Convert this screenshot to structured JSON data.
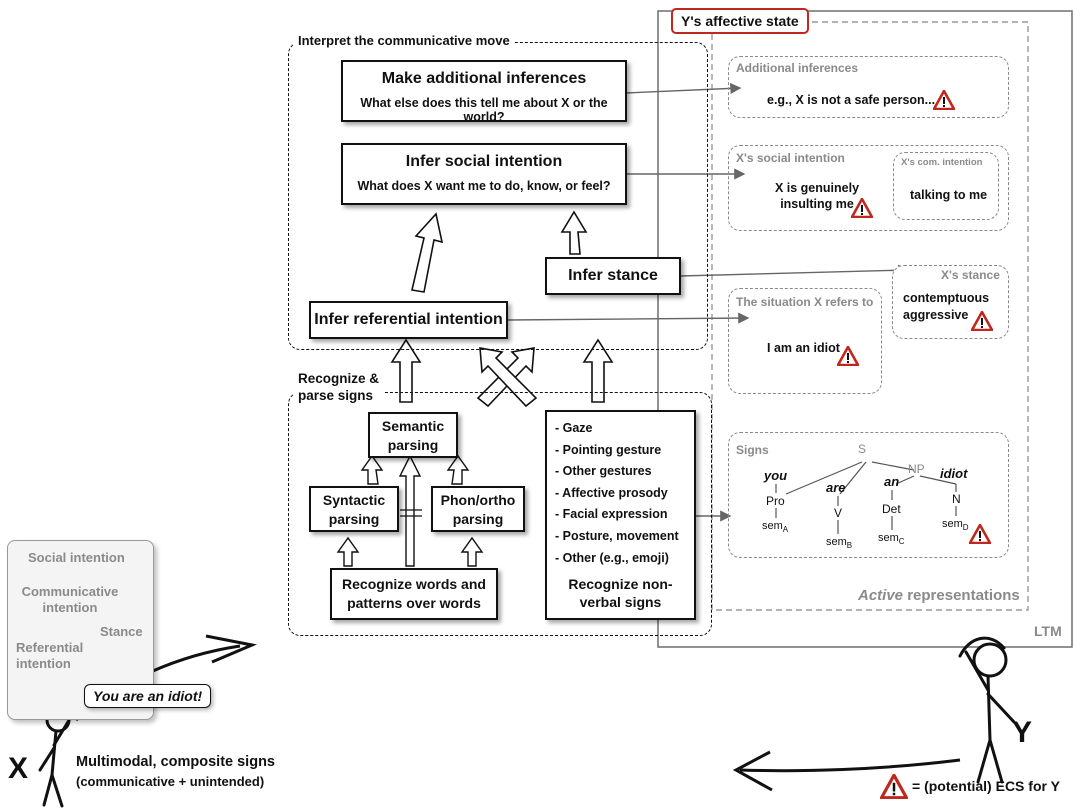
{
  "ltm": {
    "affective_state_label": "Y's affective state",
    "ltm_label": "LTM",
    "active_representations_prefix": "Active",
    "active_representations_suffix": " representations"
  },
  "interpret": {
    "title": "Interpret the communicative move",
    "make_additional_inferences": "Make additional inferences",
    "make_additional_inferences_sub": "What else does this tell me about X or the world?",
    "infer_social_intention": "Infer social intention",
    "infer_social_intention_sub": "What does X want me to do, know, or feel?",
    "infer_stance": "Infer stance",
    "infer_referential_intention": "Infer referential intention"
  },
  "recognize": {
    "title_line1": "Recognize &",
    "title_line2": "parse signs",
    "semantic_parsing_line1": "Semantic",
    "semantic_parsing_line2": "parsing",
    "syntactic_parsing_line1": "Syntactic",
    "syntactic_parsing_line2": "parsing",
    "phonortho_parsing_line1": "Phon/ortho",
    "phonortho_parsing_line2": "parsing",
    "recognize_words_line1": "Recognize words and",
    "recognize_words_line2": "patterns over words",
    "nonverbal_items": [
      "- Gaze",
      "- Pointing gesture",
      "- Other gestures",
      "- Affective prosody",
      "- Facial expression",
      "- Posture, movement",
      "- Other (e.g., emoji)"
    ],
    "nonverbal_label_line1": "Recognize non-",
    "nonverbal_label_line2": "verbal signs"
  },
  "representations": {
    "additional_inferences_title": "Additional inferences",
    "additional_inferences_text": "e.g., X is not a safe person...",
    "social_intention_title": "X's social intention",
    "social_intention_text_line1": "X is genuinely",
    "social_intention_text_line2": "insulting me",
    "com_intention_title": "X's com. intention",
    "com_intention_text": "talking to me",
    "stance_title": "X's stance",
    "stance_text_line1": "contemptuous",
    "stance_text_line2": "aggressive",
    "situation_title": "The situation X refers to",
    "situation_text": "I am an idiot",
    "signs_title": "Signs",
    "tree": {
      "root": "S",
      "np": "NP",
      "words": [
        "you",
        "are",
        "an",
        "idiot"
      ],
      "pos": [
        "Pro",
        "V",
        "Det",
        "N"
      ],
      "sem_base": "sem",
      "sem_subs": [
        "A",
        "B",
        "C",
        "D"
      ]
    }
  },
  "speaker_x": {
    "bubble_lines": [
      "Social intention",
      "Communicative intention",
      "Stance",
      "Referential intention"
    ],
    "speech": "You are an idiot!",
    "label": "X",
    "signs_line1": "Multimodal, composite signs",
    "signs_line2": "(communicative + unintended)"
  },
  "speaker_y": {
    "label": "Y",
    "legend": "= (potential) ECS for Y"
  },
  "colors": {
    "warning_red": "#c0281e",
    "affective_border": "#c0281e",
    "gray_text": "#8a8a8a"
  }
}
